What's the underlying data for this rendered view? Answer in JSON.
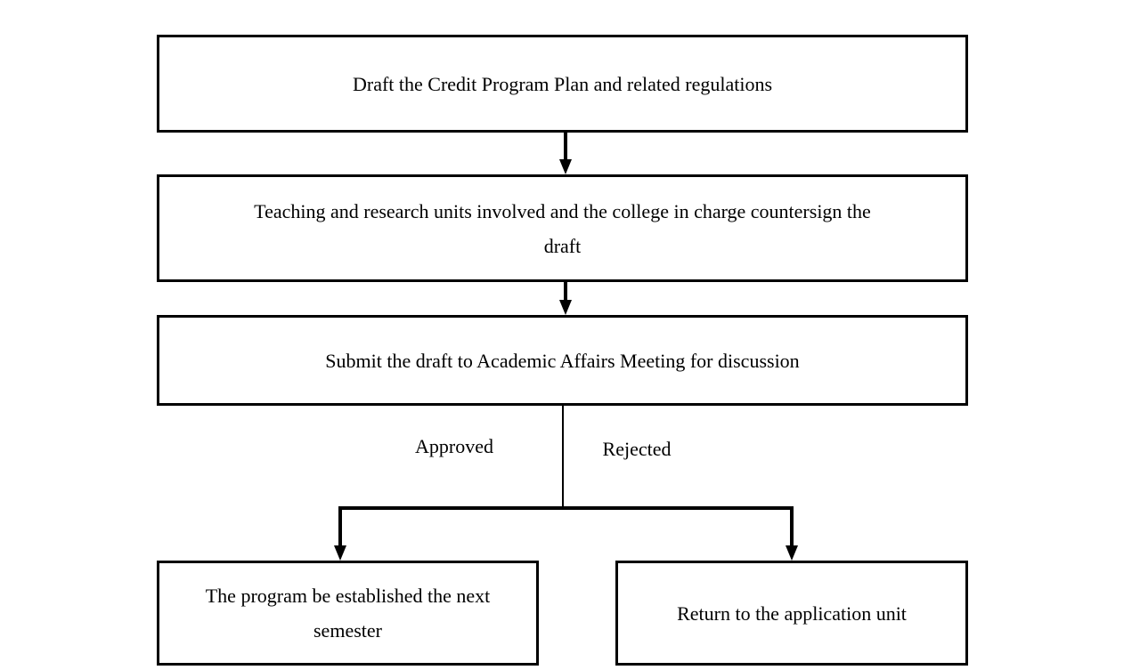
{
  "diagram": {
    "type": "flowchart",
    "nodes": {
      "draft": {
        "label": "Draft the Credit Program Plan and related regulations"
      },
      "countersign": {
        "label": "Teaching and research units involved and the college in charge countersign the\ndraft"
      },
      "submit": {
        "label": "Submit the draft to Academic Affairs Meeting for discussion"
      },
      "established": {
        "label": "The program be established the next\nsemester"
      },
      "return_unit": {
        "label": "Return to the application unit"
      }
    },
    "edge_labels": {
      "approved": "Approved",
      "rejected": "Rejected"
    },
    "colors": {
      "line": "#000000",
      "text": "#000000",
      "background": "#ffffff"
    }
  }
}
